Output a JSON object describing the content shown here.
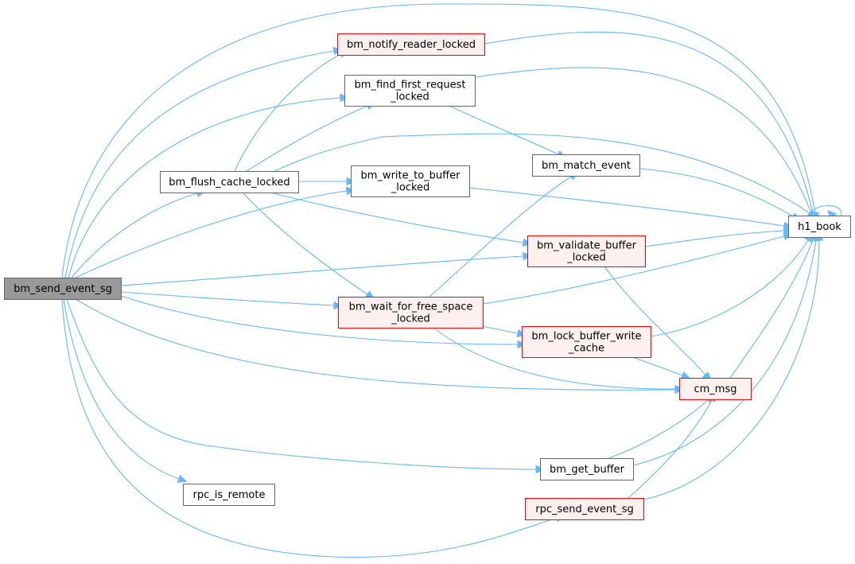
{
  "colors": {
    "edge": "#63b8ff",
    "root_fill": "#999999",
    "root_border": "#666666",
    "normal_fill": "#ffffff",
    "normal_border": "#666666",
    "red_fill": "#fff0f0",
    "red_border": "#ff0000"
  },
  "nodes": [
    {
      "id": "bm_send_event_sg",
      "label": [
        "bm_send_event_sg"
      ],
      "style": "root"
    },
    {
      "id": "bm_notify_reader_locked",
      "label": [
        "bm_notify_reader_locked"
      ],
      "style": "red"
    },
    {
      "id": "bm_find_first_request_locked",
      "label": [
        "bm_find_first_request",
        "_locked"
      ],
      "style": "normal"
    },
    {
      "id": "bm_flush_cache_locked",
      "label": [
        "bm_flush_cache_locked"
      ],
      "style": "normal"
    },
    {
      "id": "bm_write_to_buffer_locked",
      "label": [
        "bm_write_to_buffer",
        "_locked"
      ],
      "style": "normal"
    },
    {
      "id": "bm_match_event",
      "label": [
        "bm_match_event"
      ],
      "style": "normal"
    },
    {
      "id": "h1_book",
      "label": [
        "h1_book"
      ],
      "style": "normal"
    },
    {
      "id": "bm_validate_buffer_locked",
      "label": [
        "bm_validate_buffer",
        "_locked"
      ],
      "style": "red"
    },
    {
      "id": "bm_wait_for_free_space_locked",
      "label": [
        "bm_wait_for_free_space",
        "_locked"
      ],
      "style": "red"
    },
    {
      "id": "bm_lock_buffer_write_cache",
      "label": [
        "bm_lock_buffer_write",
        "_cache"
      ],
      "style": "red"
    },
    {
      "id": "cm_msg",
      "label": [
        "cm_msg"
      ],
      "style": "red"
    },
    {
      "id": "bm_get_buffer",
      "label": [
        "bm_get_buffer"
      ],
      "style": "normal"
    },
    {
      "id": "rpc_is_remote",
      "label": [
        "rpc_is_remote"
      ],
      "style": "normal"
    },
    {
      "id": "rpc_send_event_sg",
      "label": [
        "rpc_send_event_sg"
      ],
      "style": "red"
    }
  ],
  "edges": [
    [
      "bm_send_event_sg",
      "bm_notify_reader_locked"
    ],
    [
      "bm_send_event_sg",
      "h1_book"
    ],
    [
      "bm_send_event_sg",
      "bm_find_first_request_locked"
    ],
    [
      "bm_send_event_sg",
      "bm_flush_cache_locked"
    ],
    [
      "bm_send_event_sg",
      "bm_write_to_buffer_locked"
    ],
    [
      "bm_send_event_sg",
      "bm_validate_buffer_locked"
    ],
    [
      "bm_send_event_sg",
      "bm_wait_for_free_space_locked"
    ],
    [
      "bm_send_event_sg",
      "bm_lock_buffer_write_cache"
    ],
    [
      "bm_send_event_sg",
      "cm_msg"
    ],
    [
      "bm_send_event_sg",
      "bm_get_buffer"
    ],
    [
      "bm_send_event_sg",
      "rpc_is_remote"
    ],
    [
      "bm_send_event_sg",
      "rpc_send_event_sg"
    ],
    [
      "bm_flush_cache_locked",
      "bm_notify_reader_locked"
    ],
    [
      "bm_flush_cache_locked",
      "bm_find_first_request_locked"
    ],
    [
      "bm_flush_cache_locked",
      "h1_book"
    ],
    [
      "bm_flush_cache_locked",
      "bm_write_to_buffer_locked"
    ],
    [
      "bm_flush_cache_locked",
      "bm_validate_buffer_locked"
    ],
    [
      "bm_flush_cache_locked",
      "bm_wait_for_free_space_locked"
    ],
    [
      "bm_notify_reader_locked",
      "h1_book"
    ],
    [
      "bm_find_first_request_locked",
      "h1_book"
    ],
    [
      "bm_find_first_request_locked",
      "bm_match_event"
    ],
    [
      "bm_write_to_buffer_locked",
      "h1_book"
    ],
    [
      "bm_match_event",
      "h1_book"
    ],
    [
      "bm_validate_buffer_locked",
      "h1_book"
    ],
    [
      "bm_validate_buffer_locked",
      "cm_msg"
    ],
    [
      "bm_wait_for_free_space_locked",
      "bm_match_event"
    ],
    [
      "bm_wait_for_free_space_locked",
      "h1_book"
    ],
    [
      "bm_wait_for_free_space_locked",
      "bm_lock_buffer_write_cache"
    ],
    [
      "bm_wait_for_free_space_locked",
      "cm_msg"
    ],
    [
      "bm_lock_buffer_write_cache",
      "h1_book"
    ],
    [
      "bm_lock_buffer_write_cache",
      "cm_msg"
    ],
    [
      "cm_msg",
      "h1_book"
    ],
    [
      "bm_get_buffer",
      "cm_msg"
    ],
    [
      "bm_get_buffer",
      "h1_book"
    ],
    [
      "rpc_send_event_sg",
      "cm_msg"
    ],
    [
      "rpc_send_event_sg",
      "h1_book"
    ],
    [
      "h1_book",
      "h1_book"
    ]
  ]
}
